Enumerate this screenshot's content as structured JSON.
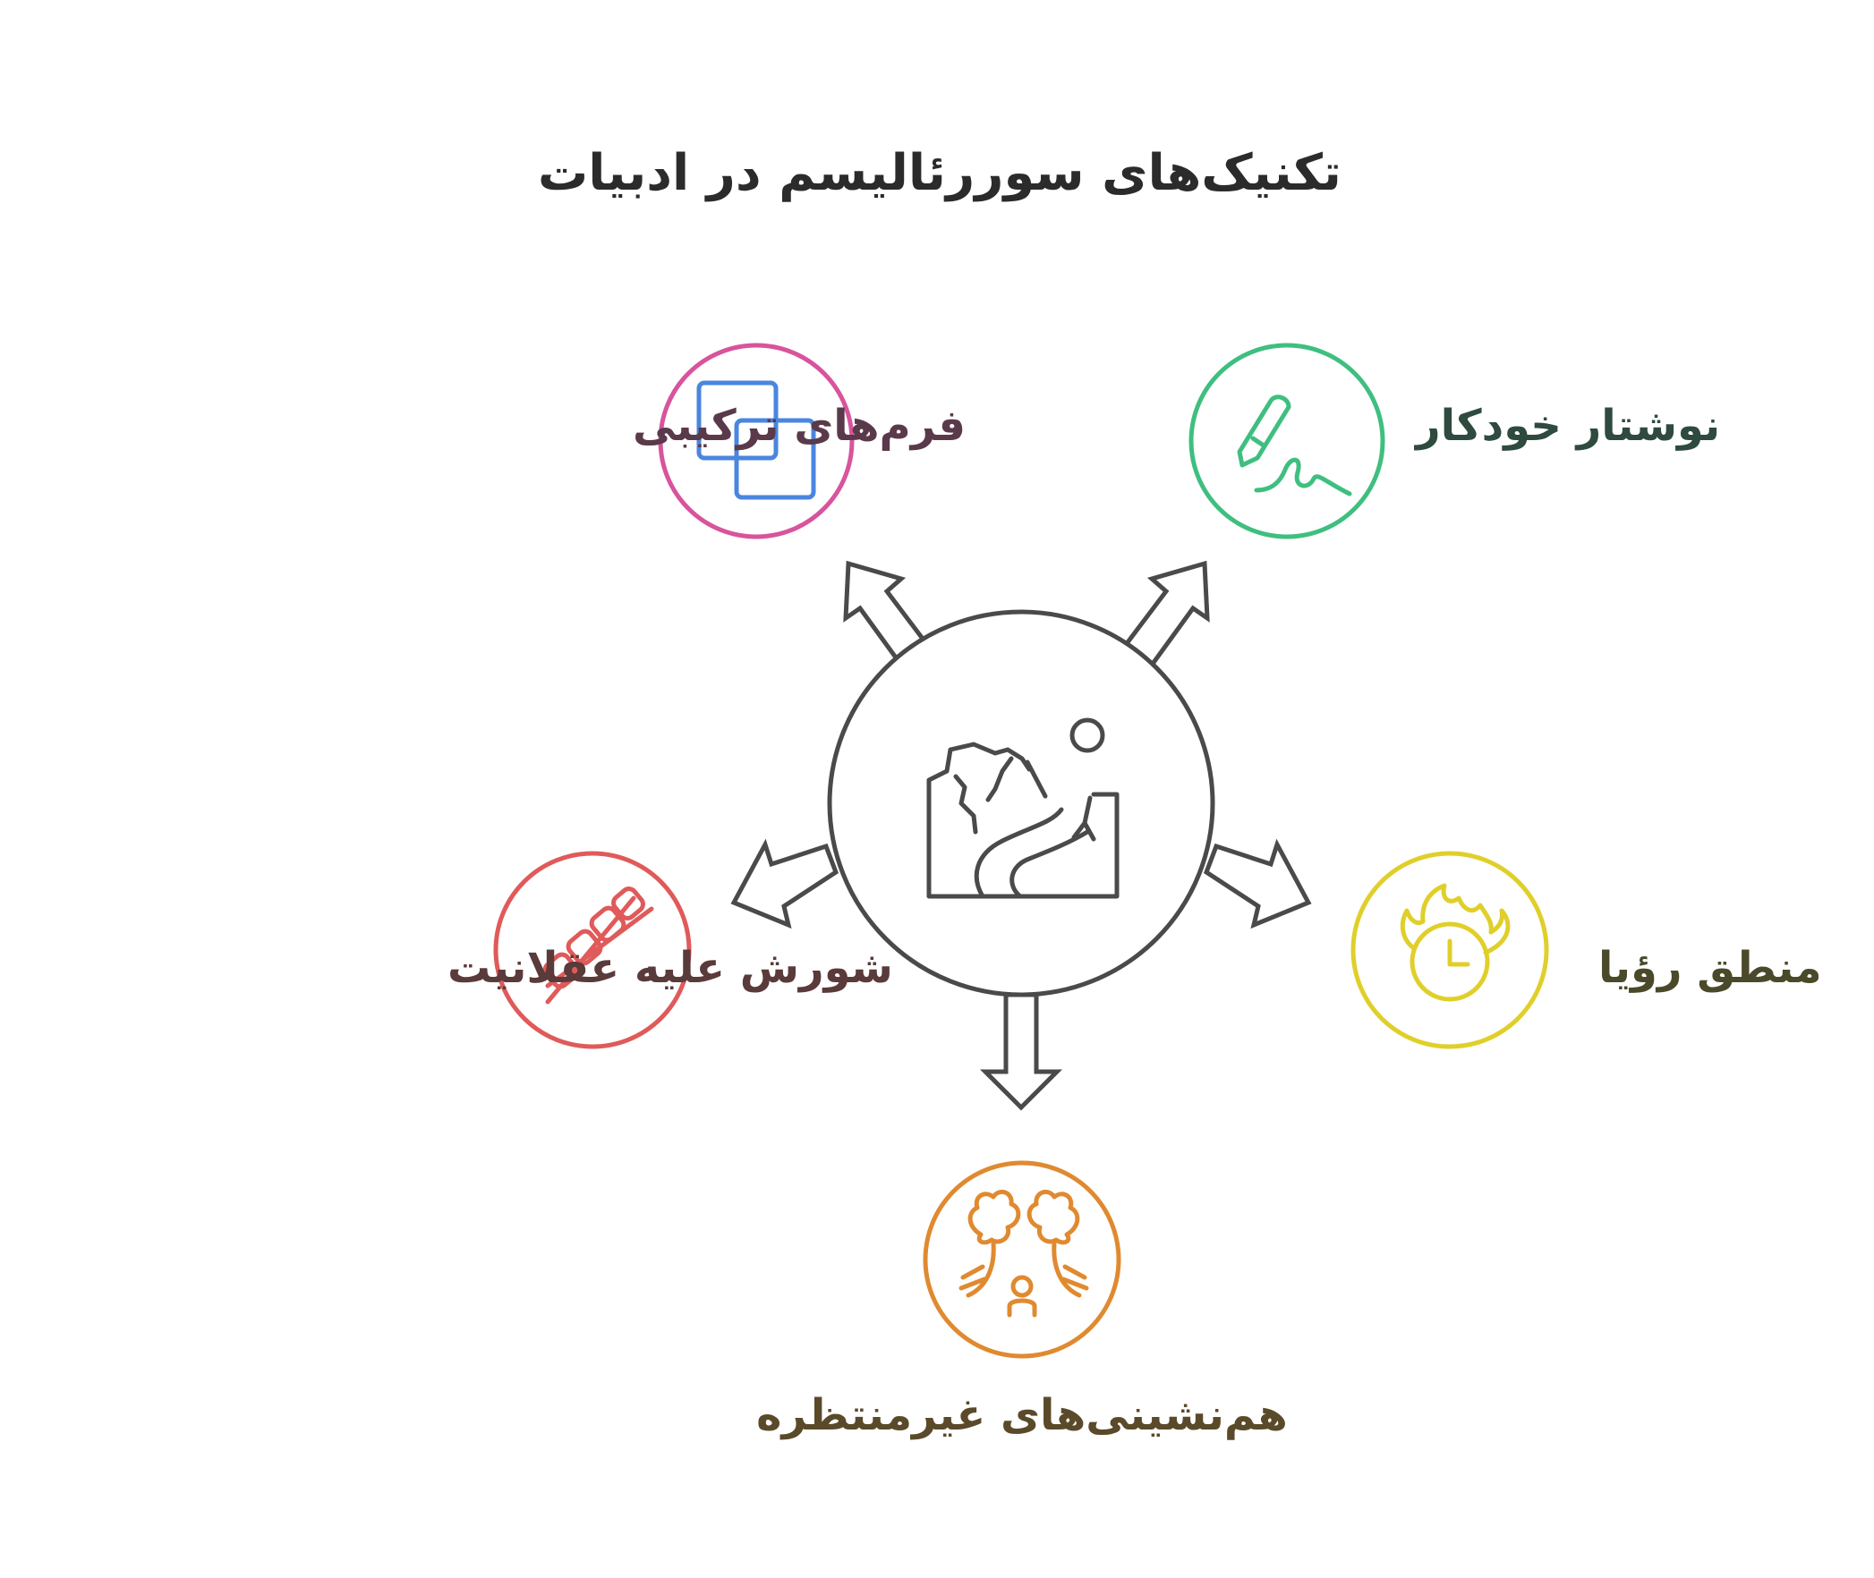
{
  "title": "تکنیک‌های سوررئالیسم در ادبیات",
  "center": {
    "icon": "surreal-landscape-icon",
    "color": "#4a4a4a"
  },
  "nodes": [
    {
      "id": "composite-forms",
      "label": "فرم‌های ترکیبی",
      "icon": "overlapping-squares-icon",
      "color": "#d8549c",
      "icon_color": "#4a86e0",
      "text_color": "#5a3a4a"
    },
    {
      "id": "automatic-writing",
      "label": "نوشتار خودکار",
      "icon": "pen-signature-icon",
      "color": "#3fbf7f",
      "icon_color": "#3fbf7f",
      "text_color": "#2f4a3f"
    },
    {
      "id": "rebellion-rationality",
      "label": "شورش علیه عقلانیت",
      "icon": "broken-chain-icon",
      "color": "#e05a5a",
      "icon_color": "#e05a5a",
      "text_color": "#5a3a3a"
    },
    {
      "id": "dream-logic",
      "label": "منطق رؤیا",
      "icon": "burning-clock-icon",
      "color": "#e0cf2a",
      "icon_color": "#e0cf2a",
      "text_color": "#4a4a2a"
    },
    {
      "id": "unexpected-juxtaposition",
      "label": "هم‌نشینی‌های غیرمنتظره",
      "icon": "person-between-trees-icon",
      "color": "#e08a30",
      "icon_color": "#e08a30",
      "text_color": "#5a4a2a"
    }
  ]
}
